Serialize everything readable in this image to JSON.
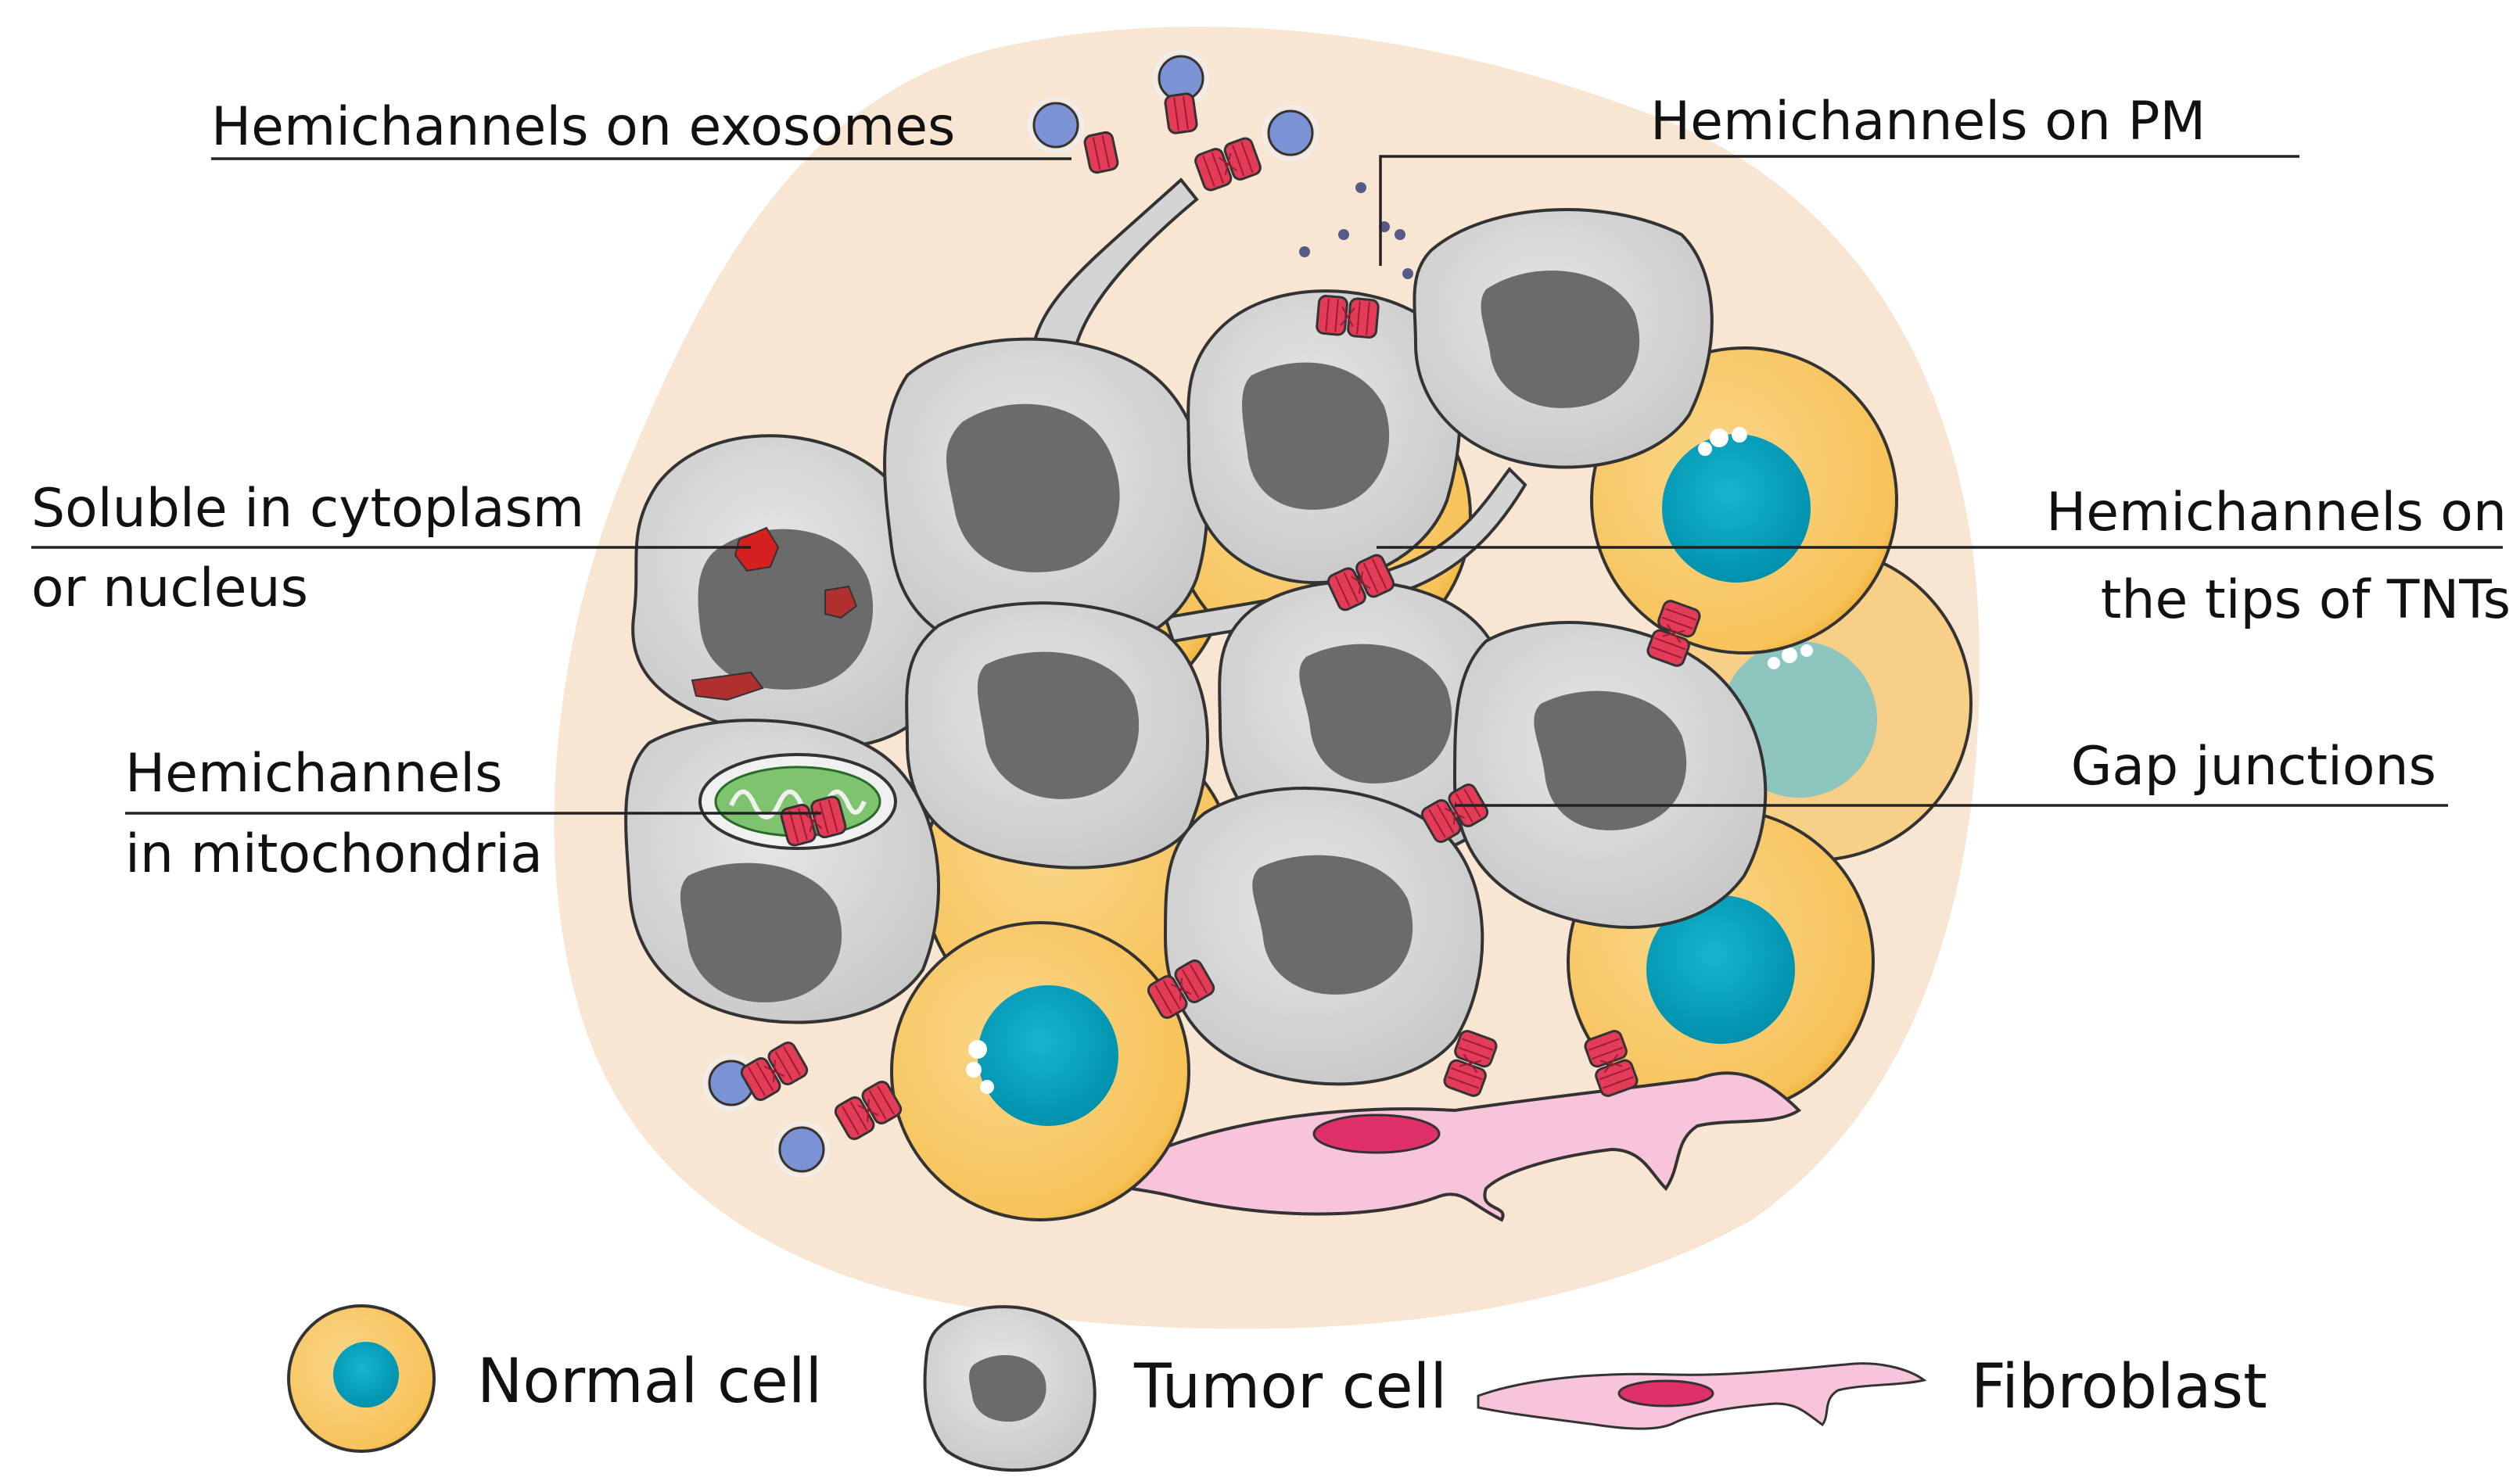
{
  "labels": {
    "exosomes": "Hemichannels on exosomes",
    "pm": "Hemichannels on PM",
    "soluble_line1": "Soluble in cytoplasm",
    "soluble_line2": "or nucleus",
    "tnt_line1": "Hemichannels on",
    "tnt_line2": "the tips of TNTs",
    "mito_line1": "Hemichannels",
    "mito_line2": "in mitochondria",
    "gap": "Gap junctions"
  },
  "legend": {
    "normal": "Normal cell",
    "tumor": "Tumor cell",
    "fibroblast": "Fibroblast"
  },
  "colors": {
    "background_tissue": "#f8e6d3",
    "normal_cell": "#f9cc6b",
    "normal_cell_rim": "#eaa21a",
    "normal_nucleus": "#00a4c2",
    "tumor_cell": "#d4d4d4",
    "tumor_nucleus": "#6b6b6b",
    "fibroblast": "#f8c4d9",
    "fibroblast_nucleus": "#e0306a",
    "connexin": "#e23c58",
    "exosome": "#7b92d4",
    "mitochondrion": "#7ec46e"
  }
}
